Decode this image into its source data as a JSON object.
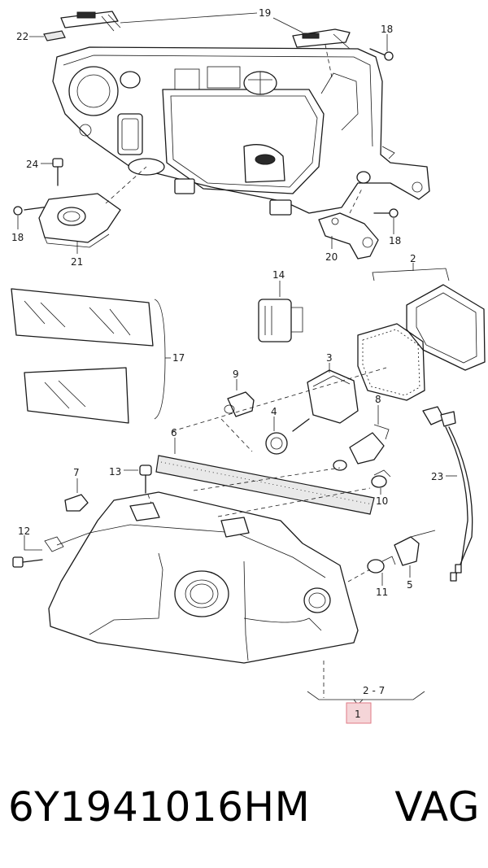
{
  "callouts": {
    "c1": "1",
    "c2": "2",
    "c3": "3",
    "c4": "4",
    "c5": "5",
    "c6": "6",
    "c7": "7",
    "c8": "8",
    "c9": "9",
    "c10": "10",
    "c11": "11",
    "c12": "12",
    "c13": "13",
    "c14": "14",
    "c17": "17",
    "c18a": "18",
    "c18b": "18",
    "c18c": "18",
    "c19": "19",
    "c20": "20",
    "c21": "21",
    "c22": "22",
    "c23": "23",
    "c24": "24",
    "range": "2 - 7"
  },
  "caption": {
    "part_number": "6Y1941016HM",
    "brand": "VAG"
  },
  "colors": {
    "highlight_fill": "#f5d5d8",
    "highlight_stroke": "#e07a86",
    "line": "#1a1a1a"
  }
}
